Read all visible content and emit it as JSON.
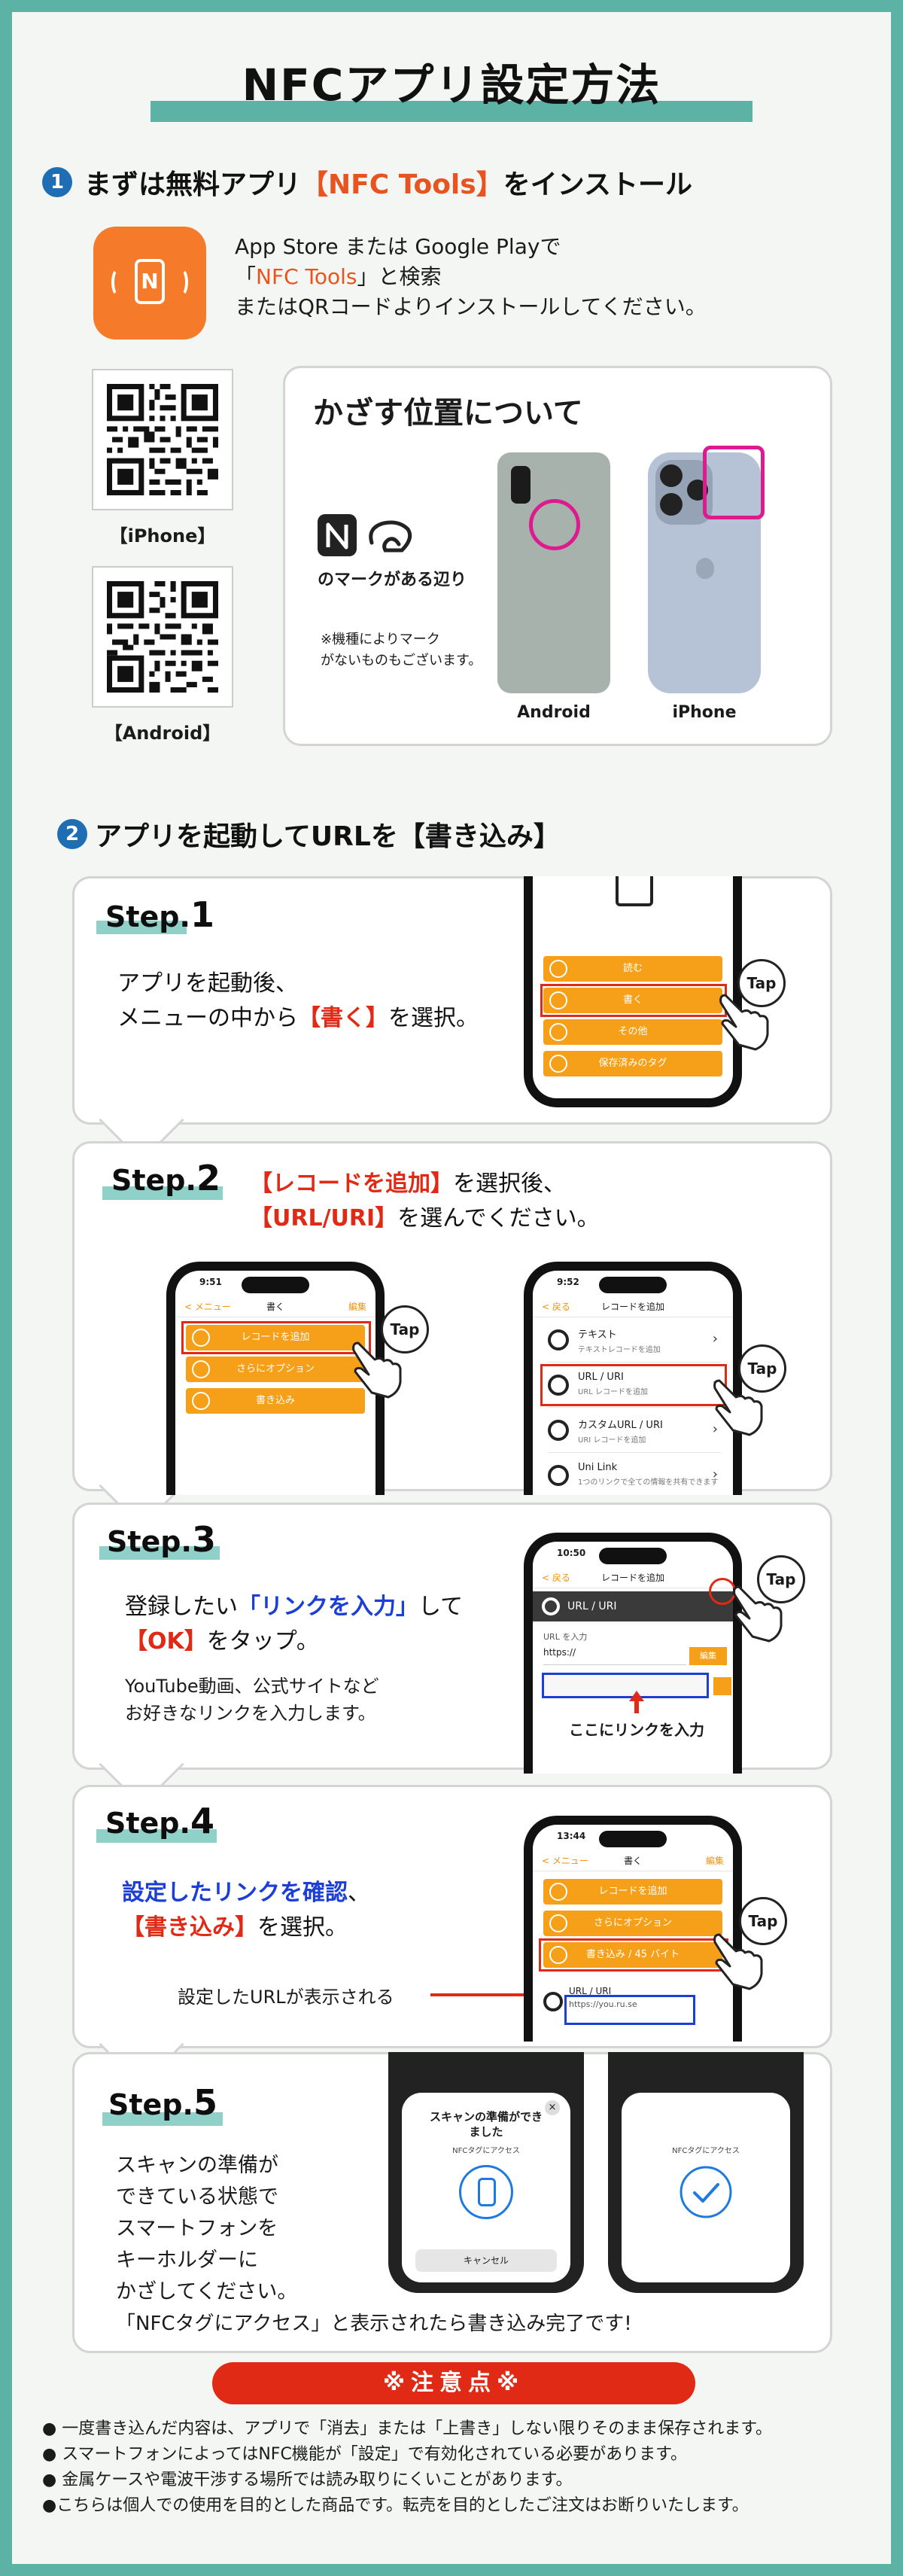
{
  "title": "NFCアプリ設定方法",
  "section1": {
    "number": "1",
    "heading_pre": "まずは無料アプリ",
    "heading_hl": "【NFC Tools】",
    "heading_post": "をインストール",
    "desc_line1": "App Store または Google Playで",
    "desc_line2_open": "「",
    "desc_line2_hl": "NFC Tools",
    "desc_line2_post": "」と検索",
    "desc_line3": "またはQRコードよりインストールしてください。",
    "app_icon_letter": "N",
    "qr_iphone_label": "【iPhone】",
    "qr_android_label": "【Android】",
    "hold": {
      "title": "かざす位置について",
      "mark_caption": "のマークがある辺り",
      "note_line1": "※機種によりマーク",
      "note_line2": "がないものもございます。",
      "android_label": "Android",
      "iphone_label": "iPhone"
    }
  },
  "section2": {
    "number": "2",
    "heading": "アプリを起動してURLを【書き込み】"
  },
  "steps": {
    "step1": {
      "tag": "Step.",
      "num": "1",
      "line1": "アプリを起動後、",
      "line2_pre": "メニューの中から",
      "line2_hl": "【書く】",
      "line2_post": "を選択。",
      "menu": [
        "読む",
        "書く",
        "その他",
        "保存済みのタグ"
      ],
      "tap": "Tap"
    },
    "step2": {
      "tag": "Step.",
      "num": "2",
      "line1_hl": "【レコードを追加】",
      "line1_post": "を選択後、",
      "line2_hl": "【URL/URI】",
      "line2_post": "を選んでください。",
      "left": {
        "time": "9:51",
        "nav_back": "< メニュー",
        "nav_title": "書く",
        "nav_edit": "編集",
        "options": [
          "レコードを追加",
          "さらにオプション",
          "書き込み"
        ]
      },
      "right": {
        "time": "9:52",
        "nav_back": "< 戻る",
        "nav_title": "レコードを追加",
        "rows": [
          {
            "title": "テキスト",
            "sub": "テキストレコードを追加"
          },
          {
            "title": "URL / URI",
            "sub": "URL レコードを追加"
          },
          {
            "title": "カスタムURL / URI",
            "sub": "URI レコードを追加"
          },
          {
            "title": "Uni Link",
            "sub": "1つのリンクで全ての情報を共有できます"
          }
        ]
      },
      "tap": "Tap"
    },
    "step3": {
      "tag": "Step.",
      "num": "3",
      "line1_pre": "登録したい",
      "line1_hl": "「リンクを入力」",
      "line1_post": "して",
      "line2_hl": "【OK】",
      "line2_post": "をタップ。",
      "note1": "YouTube動画、公式サイトなど",
      "note2": "お好きなリンクを入力します。",
      "time": "10:50",
      "nav_back": "< 戻る",
      "nav_title": "レコードを追加",
      "header": "URL / URI",
      "field_label": "URL を入力",
      "field_prefix": "https://",
      "field_btn": "編集",
      "arrow_label": "ここにリンクを入力",
      "tap": "Tap"
    },
    "step4": {
      "tag": "Step.",
      "num": "4",
      "line1_hl": "設定したリンクを確認",
      "line1_post": "、",
      "line2_hl": "【書き込み】",
      "line2_post": "を選択。",
      "arrow_label": "設定したURLが表示される",
      "time": "13:44",
      "nav_back": "< メニュー",
      "nav_title": "書く",
      "nav_edit": "編集",
      "options": [
        "レコードを追加",
        "さらにオプション",
        "書き込み / 45 バイト"
      ],
      "record_title": "URL / URI",
      "record_value": "https://you.ru.se",
      "tap": "Tap"
    },
    "step5": {
      "tag": "Step.",
      "num": "5",
      "lines": [
        "スキャンの準備が",
        "できている状態で",
        "スマートフォンを",
        "キーホルダーに",
        "かざしてください。"
      ],
      "last": "「NFCタグにアクセス」と表示されたら書き込み完了です!",
      "dialog_title1": "スキャンの準備ができ",
      "dialog_title2": "ました",
      "dialog_sub": "NFCタグにアクセス",
      "dialog_cancel": "キャンセル",
      "dialog2_sub": "NFCタグにアクセス",
      "close": "×"
    }
  },
  "notes": {
    "heading": "※注意点※",
    "items": [
      "● 一度書き込んだ内容は、アプリで「消去」または「上書き」しない限りそのまま保存されます。",
      "● スマートフォンによってはNFC機能が「設定」で有効化されている必要があります。",
      "● 金属ケースや電波干渉する場所では読み取りにくいことがあります。",
      "●こちらは個人での使用を目的とした商品です。転売を目的としたご注文はお断りいたします。"
    ]
  },
  "colors": {
    "frame": "#5bb2a5",
    "accent_orange": "#e8541f",
    "red": "#e02a15",
    "blue": "#1b3fd6",
    "app_orange": "#f6a01a",
    "pink": "#dd1b8e"
  }
}
